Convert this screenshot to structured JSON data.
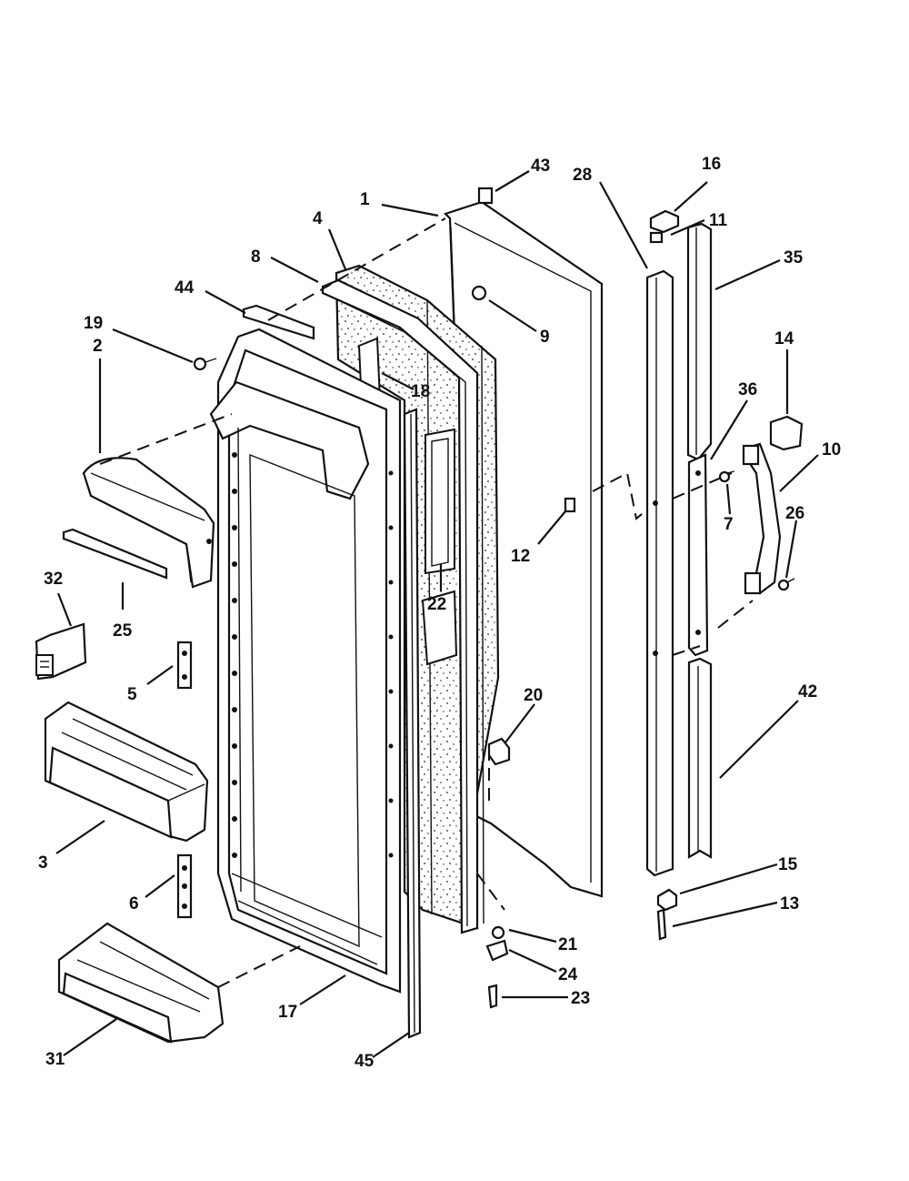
{
  "diagram": {
    "type": "exploded parts diagram",
    "subject": "refrigerator door assembly",
    "callouts": [
      {
        "id": "c43",
        "label": "43"
      },
      {
        "id": "c1",
        "label": "1"
      },
      {
        "id": "c28",
        "label": "28"
      },
      {
        "id": "c16",
        "label": "16"
      },
      {
        "id": "c11",
        "label": "11"
      },
      {
        "id": "c35",
        "label": "35"
      },
      {
        "id": "c4",
        "label": "4"
      },
      {
        "id": "c8",
        "label": "8"
      },
      {
        "id": "c44",
        "label": "44"
      },
      {
        "id": "c9",
        "label": "9"
      },
      {
        "id": "c19",
        "label": "19"
      },
      {
        "id": "c2",
        "label": "2"
      },
      {
        "id": "c18",
        "label": "18"
      },
      {
        "id": "c14",
        "label": "14"
      },
      {
        "id": "c36",
        "label": "36"
      },
      {
        "id": "c10",
        "label": "10"
      },
      {
        "id": "c7",
        "label": "7"
      },
      {
        "id": "c26",
        "label": "26"
      },
      {
        "id": "c12",
        "label": "12"
      },
      {
        "id": "c32",
        "label": "32"
      },
      {
        "id": "c25",
        "label": "25"
      },
      {
        "id": "c22",
        "label": "22"
      },
      {
        "id": "c5",
        "label": "5"
      },
      {
        "id": "c42",
        "label": "42"
      },
      {
        "id": "c20",
        "label": "20"
      },
      {
        "id": "c3",
        "label": "3"
      },
      {
        "id": "c6",
        "label": "6"
      },
      {
        "id": "c15",
        "label": "15"
      },
      {
        "id": "c13",
        "label": "13"
      },
      {
        "id": "c21",
        "label": "21"
      },
      {
        "id": "c24",
        "label": "24"
      },
      {
        "id": "c23",
        "label": "23"
      },
      {
        "id": "c17",
        "label": "17"
      },
      {
        "id": "c31",
        "label": "31"
      },
      {
        "id": "c45",
        "label": "45"
      }
    ]
  }
}
